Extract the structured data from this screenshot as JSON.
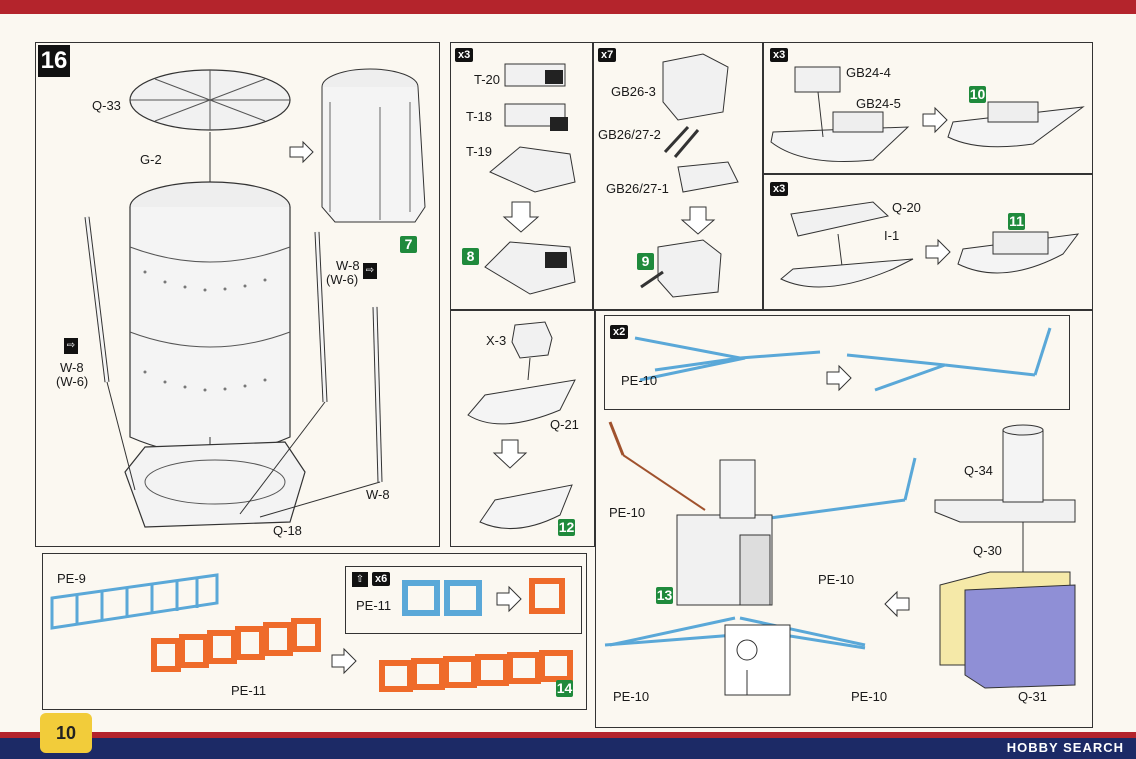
{
  "page": {
    "number": "10",
    "watermark": "HOBBY SEARCH"
  },
  "step": {
    "number": "16"
  },
  "main_panel": {
    "parts": {
      "q33": "Q-33",
      "g2": "G-2",
      "w8_left": "W-8",
      "w6_left": "(W-6)",
      "w8_right": "W-8",
      "w6_right": "(W-6)",
      "w8_bottom": "W-8",
      "q18": "Q-18"
    },
    "result_badge": "7"
  },
  "turret_panel": {
    "multiplier": "x3",
    "parts": [
      "T-20",
      "T-18",
      "T-19"
    ],
    "result_badge": "8"
  },
  "gun_panel": {
    "multiplier": "x7",
    "parts": [
      "GB26-3",
      "GB26/27-2",
      "GB26/27-1"
    ],
    "result_badge": "9"
  },
  "boat_a_panel": {
    "multiplier": "x3",
    "parts": [
      "GB24-4",
      "GB24-5"
    ],
    "result_badge": "10"
  },
  "boat_b_panel": {
    "multiplier": "x3",
    "parts": [
      "Q-20",
      "I-1"
    ],
    "result_badge": "11"
  },
  "boat_c_panel": {
    "parts": [
      "X-3",
      "Q-21"
    ],
    "result_badge": "12"
  },
  "mast_panel": {
    "multiplier": "x2",
    "parts": {
      "pe10_top": "PE-10",
      "pe10_left": "PE-10",
      "pe10_mid": "PE-10",
      "pe10_bl": "PE-10",
      "pe10_br": "PE-10",
      "q34": "Q-34",
      "q30": "Q-30",
      "q31": "Q-31"
    },
    "result_badge": "13"
  },
  "frame_panel": {
    "multiplier": "x6",
    "parts": {
      "pe9": "PE-9",
      "pe11_callout": "PE-11",
      "pe11_bottom": "PE-11"
    },
    "result_badge": "14"
  },
  "colors": {
    "accent_red": "#b4242c",
    "navy": "#1c2a66",
    "badge_green": "#1f8a3c",
    "etch_blue": "#5aa8d8",
    "frame_orange": "#ef6b2a",
    "hull_lavender": "#8f8fd6",
    "base_cream": "#f5e9a8"
  }
}
